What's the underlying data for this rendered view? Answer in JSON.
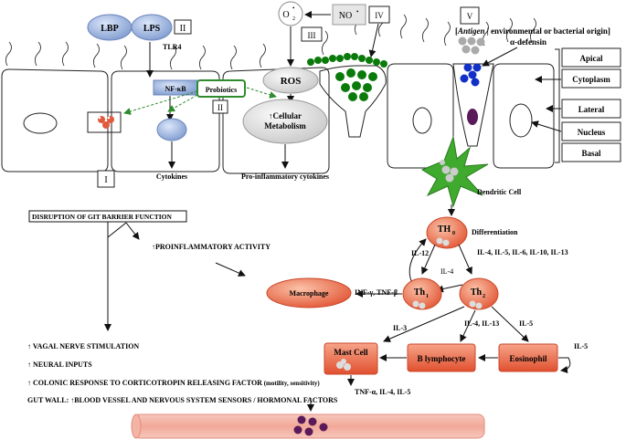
{
  "top": {
    "lbp": "LBP",
    "lps": "LPS",
    "tlr4": "TLR4",
    "nfkb": "NF-κB",
    "probiotics": "Probiotics",
    "o2": "O",
    "o2_sup": "2",
    "o2_charge": "•",
    "no": "NO",
    "no_charge": "•",
    "ros": "ROS",
    "cellular_metabolism_line1": "↑Cellular",
    "cellular_metabolism_line2": "Metabolism",
    "cytokines": "Cytokines",
    "pro_inflammatory_cytokines": "Pro-inflammatory cytokines",
    "antigen_prefix": "[",
    "antigen_word": "Antigen",
    "antigen_rest": " | environmental or bacterial origin]",
    "alpha_defensin": "α-defensin",
    "dendritic_cell": "Dendritic Cell"
  },
  "boxes": {
    "i": "I",
    "ii_top": "II",
    "ii_mid": "II",
    "iii": "III",
    "iv": "IV",
    "v": "V"
  },
  "cell_regions": [
    "Apical",
    "Cytoplasm",
    "Lateral",
    "Nucleus",
    "Basal"
  ],
  "immune": {
    "th0": "TH",
    "th0_sub": "0",
    "differentiation": "Differentiation",
    "il12": "IL-12",
    "il4_center": "IL-4",
    "il_list": "IL-4, IL-5, IL-6, IL-10, IL-13",
    "th1": "Th",
    "th1_sub": "1",
    "th2": "Th",
    "th2_sub": "2",
    "macrophage": "Macrophage",
    "inf_tnf": "INF-γ, TNF-β",
    "il3": "IL-3",
    "il4_il13": "IL-4, IL-13",
    "il5_right": "IL-5",
    "mast_cell": "Mast Cell",
    "b_lymphocyte": "B lymphocyte",
    "eosinophil": "Eosinophil",
    "il5_loop": "IL-5",
    "mast_out": "TNF-α, IL-4, IL-5"
  },
  "left_panel": {
    "disruption": "DISRUPTION OF GIT BARRIER FUNCTION",
    "proinflammatory": "↑PROINFLAMMATORY ACTIVITY",
    "vagal": "↑ VAGAL NERVE STIMULATION",
    "neural": "↑ NEURAL INPUTS",
    "colonic": "↑ COLONIC RESPONSE TO CORTICOTROPIN RELEASING FACTOR",
    "colonic_note": " (motility, sensitivity)",
    "gut_wall": "GUT WALL: ↑BLOOD VESSEL AND NERVOUS SYSTEM SENSORS / HORMONAL FACTORS"
  },
  "colors": {
    "lps_blue": "#8fa9d8",
    "ros_grey": "#e4e4e4",
    "probiotic_green": "#2e8b2e",
    "goblet_green": "#0a7a0a",
    "immune_red": "#e05a3c",
    "blood_vessel": "#f4b0a4",
    "defensin_blue": "#1030c8",
    "nucleus_purple": "#5a1a5a"
  }
}
